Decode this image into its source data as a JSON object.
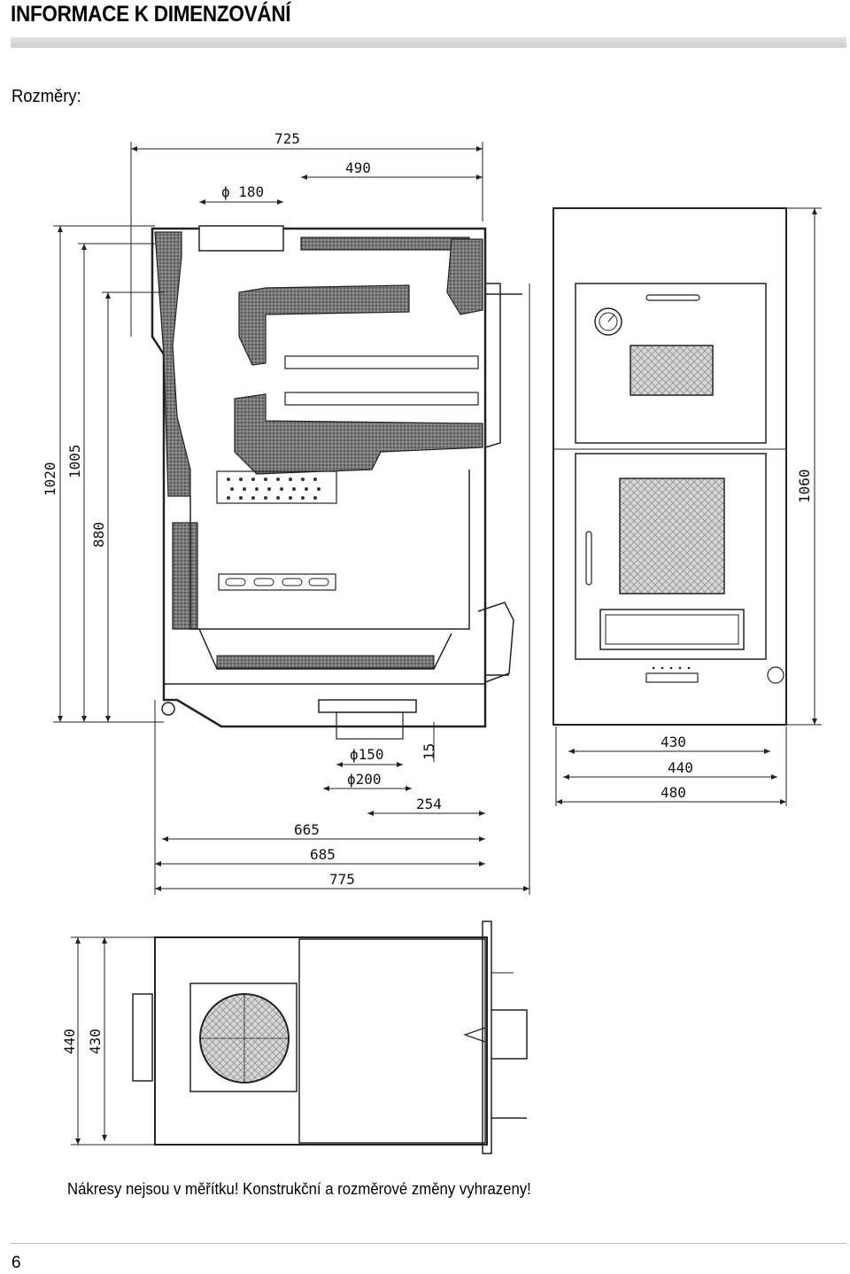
{
  "header": {
    "title": "INFORMACE K DIMENZOVÁNÍ",
    "subtitle": "Rozměry:"
  },
  "drawing": {
    "dims_top": [
      "725",
      "490",
      "ϕ 180"
    ],
    "dims_left": [
      "1020",
      "1005",
      "880"
    ],
    "dims_bottom": [
      "ϕ150",
      "ϕ200",
      "15",
      "254",
      "665",
      "685",
      "775"
    ],
    "dims_front": [
      "1060",
      "430",
      "440",
      "480"
    ],
    "dims_plan": [
      "440",
      "430"
    ]
  },
  "note": "Nákresy nejsou v měřítku! Konstrukční a rozměrové změny vyhrazeny!",
  "footer": {
    "page_number": "6"
  }
}
